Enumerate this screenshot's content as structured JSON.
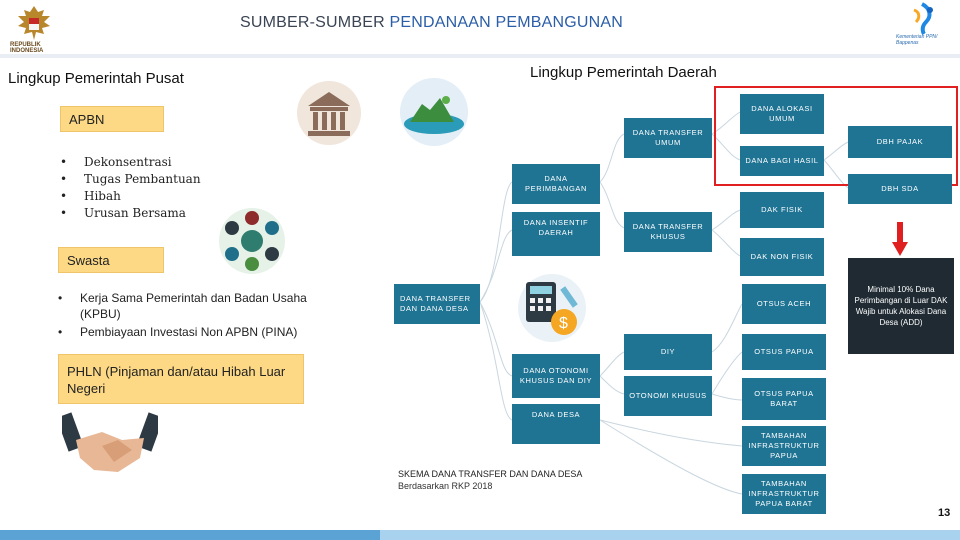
{
  "header": {
    "title_main": "SUMBER-SUMBER ",
    "title_accent": "PENDANAAN PEMBANGUNAN",
    "emblem_caption": "REPUBLIK INDONESIA",
    "ministry_caption": "Kementerian PPN/ Bappenas"
  },
  "left": {
    "title": "Lingkup Pemerintah Pusat",
    "apbn_label": "APBN",
    "apbn_items": [
      "Dekonsentrasi",
      "Tugas Pembantuan",
      "Hibah",
      "Urusan Bersama"
    ],
    "swasta_label": "Swasta",
    "swasta_items": [
      "Kerja Sama Pemerintah dan Badan Usaha (KPBU)",
      "Pembiayaan Investasi Non APBN (PINA)"
    ],
    "phln_label": "PHLN (Pinjaman dan/atau Hibah Luar Negeri",
    "icons": [
      "government-building-icon",
      "network-people-icon",
      "handshake-icon"
    ]
  },
  "right": {
    "title": "Lingkup Pemerintah Daerah",
    "nodes": {
      "dana_alokasi_umum": "DANA ALOKASI UMUM",
      "dana_transfer_umum": "DANA TRANSFER UMUM",
      "dbh_pajak": "DBH PAJAK",
      "dana_bagi_hasil": "DANA BAGI HASIL",
      "dana_perimbangan": "DANA PERIMBANGAN",
      "dbh_sda": "DBH SDA",
      "dak_fisik": "DAK FISIK",
      "dana_insentif_daerah": "DANA INSENTIF DAERAH",
      "dana_transfer_khusus": "DANA TRANSFER KHUSUS",
      "dak_non_fisik": "DAK NON FISIK",
      "dana_transfer_dan_dana_desa": "DANA TRANSFER DAN DANA DESA",
      "otsus_aceh": "OTSUS ACEH",
      "diy": "DIY",
      "otsus_papua": "OTSUS PAPUA",
      "dana_otonomi_khusus_dan_diy": "DANA OTONOMI KHUSUS DAN DIY",
      "otonomi_khusus": "OTONOMI KHUSUS",
      "otsus_papua_barat": "OTSUS PAPUA BARAT",
      "dana_desa": "DANA DESA",
      "tambahan_infrastruktur_papua": "TAMBAHAN INFRASTRUKTUR PAPUA",
      "tambahan_infrastruktur_papua_barat": "TAMBAHAN INFRASTRUKTUR PAPUA BARAT"
    },
    "note": "Minimal 10% Dana Perimbangan di Luar DAK Wajib untuk Alokasi Dana Desa (ADD)",
    "caption_title": "SKEMA DANA TRANSFER DAN DANA DESA",
    "caption_sub": "Berdasarkan RKP 2018",
    "icons": [
      "island-icon",
      "calculator-money-icon"
    ]
  },
  "page_number": "13",
  "colors": {
    "node": "#1f7494",
    "highlight_box": "#fdd986",
    "alert": "#e02020",
    "stripe": "#5aa3d4"
  }
}
